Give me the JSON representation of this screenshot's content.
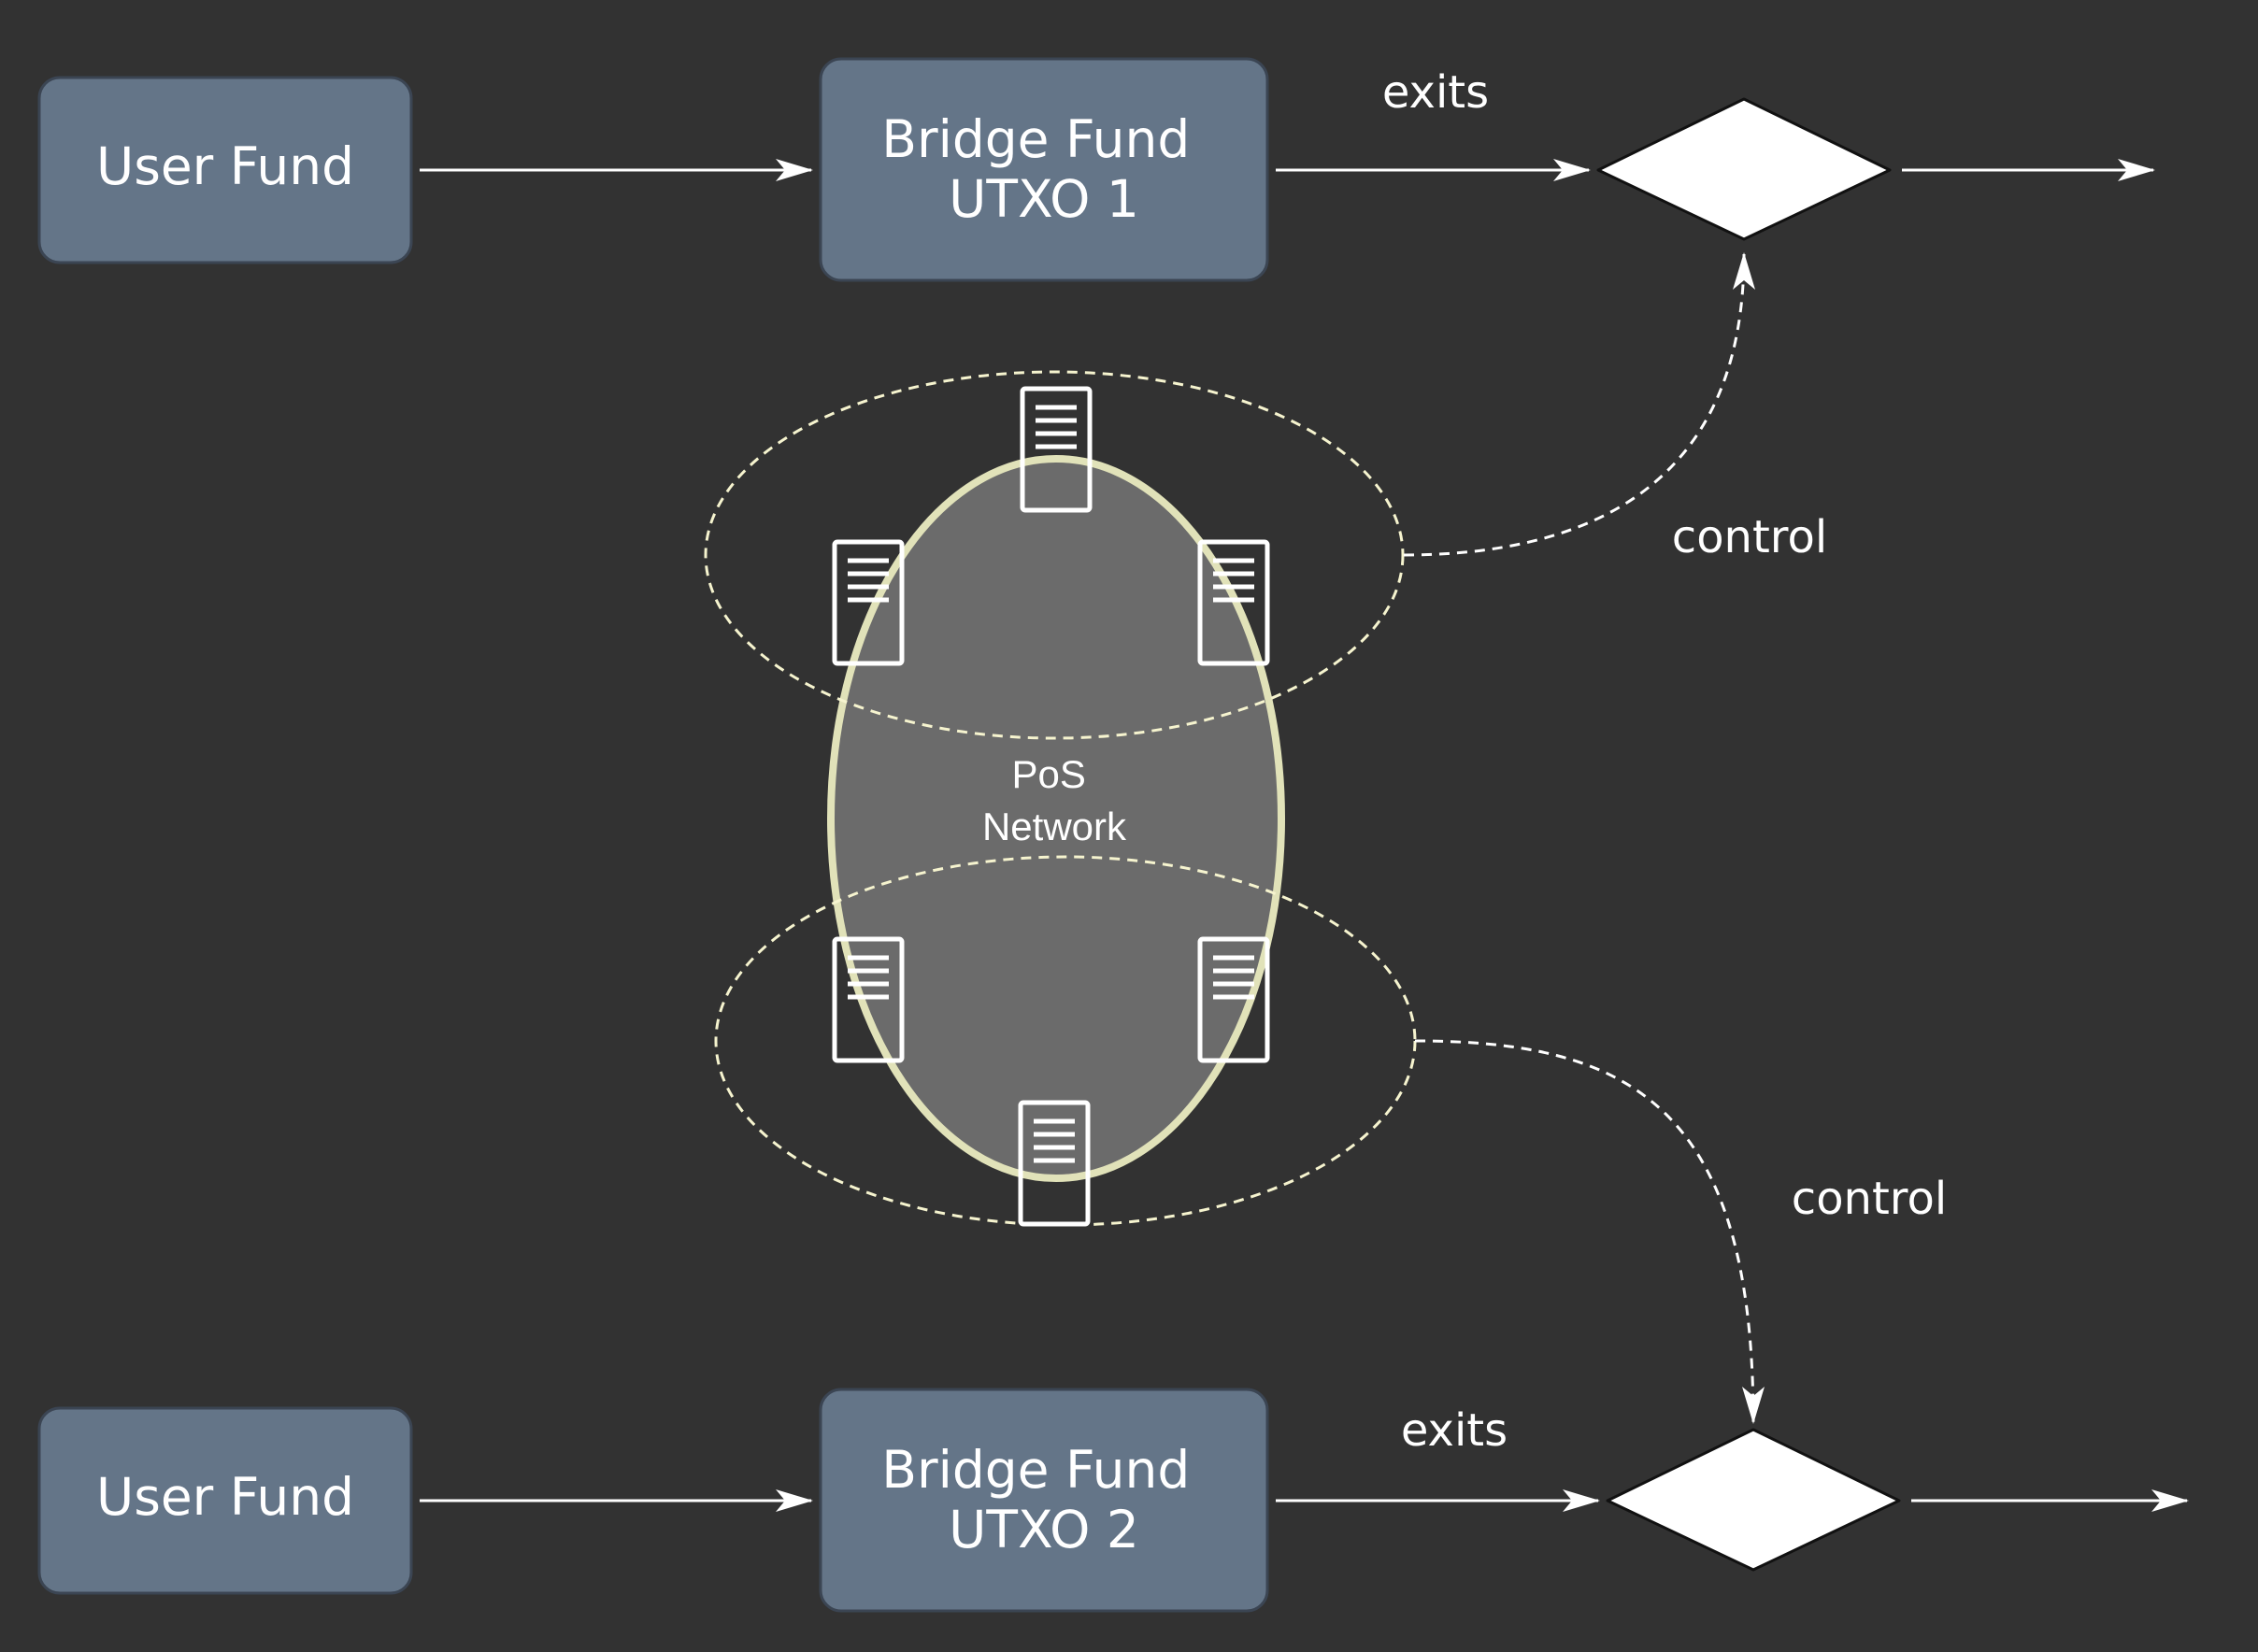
{
  "diagram": {
    "top_row": {
      "user_fund": "User Fund",
      "bridge_fund_line1": "Bridge Fund",
      "bridge_fund_line2": "UTXO 1",
      "exit_label": "exits"
    },
    "bottom_row": {
      "user_fund": "User Fund",
      "bridge_fund_line1": "Bridge Fund",
      "bridge_fund_line2": "UTXO 2",
      "exit_label": "exits"
    },
    "network": {
      "label_line1": "PoS",
      "label_line2": "Network"
    },
    "control_top_label": "control",
    "control_bottom_label": "control"
  },
  "colors": {
    "background": "#323232",
    "fund_box": "#647588",
    "network_fill": "#6b6b6b",
    "network_ring": "#e1e2b9",
    "group_outline": "#f6f4cf"
  },
  "icons": [
    "server-icon",
    "decision-diamond"
  ]
}
